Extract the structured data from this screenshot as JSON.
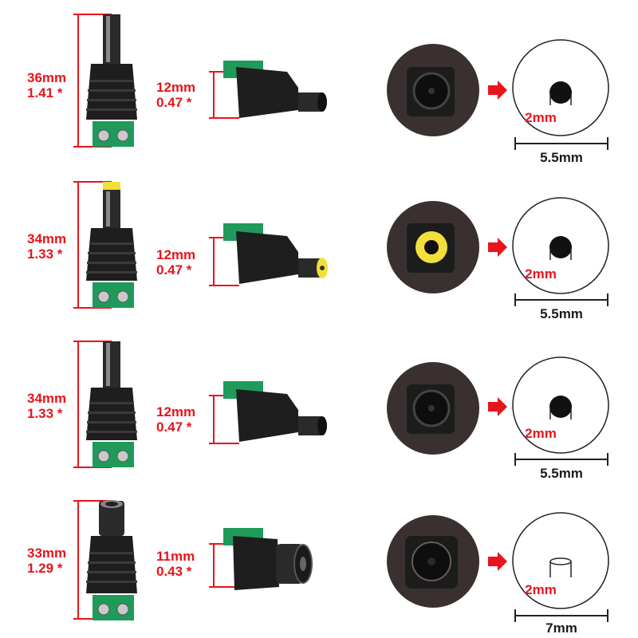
{
  "colors": {
    "dimension_text": "#e8141b",
    "dimension_line": "#e8141b",
    "spec_text": "#1a1a1a",
    "terminal_green": "#1f9a5a",
    "connector_body": "#1e1e1e",
    "yellow_tip": "#f2e03a",
    "arrow": "#e8141b"
  },
  "rows": [
    {
      "overall_mm": "36mm",
      "overall_in": "1.41 *",
      "body_mm": "12mm",
      "body_in": "0.47 *",
      "inner": "2mm",
      "outer": "5.5mm",
      "tip": "black",
      "plug_type": "male",
      "pin": "filled"
    },
    {
      "overall_mm": "34mm",
      "overall_in": "1.33 *",
      "body_mm": "12mm",
      "body_in": "0.47 *",
      "inner": "2mm",
      "outer": "5.5mm",
      "tip": "yellow",
      "plug_type": "male",
      "pin": "filled"
    },
    {
      "overall_mm": "34mm",
      "overall_in": "1.33 *",
      "body_mm": "12mm",
      "body_in": "0.47 *",
      "inner": "2mm",
      "outer": "5.5mm",
      "tip": "black",
      "plug_type": "male",
      "pin": "filled"
    },
    {
      "overall_mm": "33mm",
      "overall_in": "1.29 *",
      "body_mm": "11mm",
      "body_in": "0.43 *",
      "inner": "2mm",
      "outer": "7mm",
      "tip": "black",
      "plug_type": "female",
      "pin": "hollow"
    }
  ]
}
